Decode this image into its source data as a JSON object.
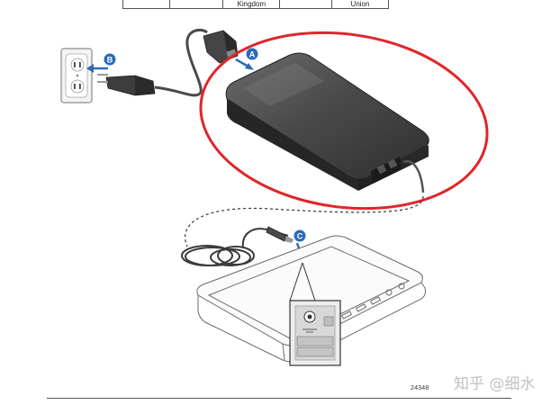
{
  "table_fragment": {
    "cells": [
      "",
      "",
      "Kingdom",
      "",
      "Union"
    ]
  },
  "callouts": {
    "a": "A",
    "b": "B",
    "c": "C"
  },
  "figure_number": "24348",
  "watermark": "知乎 @细水",
  "colors": {
    "callout_blue": "#2a6cb7",
    "highlight_red": "#e0262a",
    "adapter_dark": "#3a3a3a",
    "outline_gray": "#6a6a6a"
  }
}
